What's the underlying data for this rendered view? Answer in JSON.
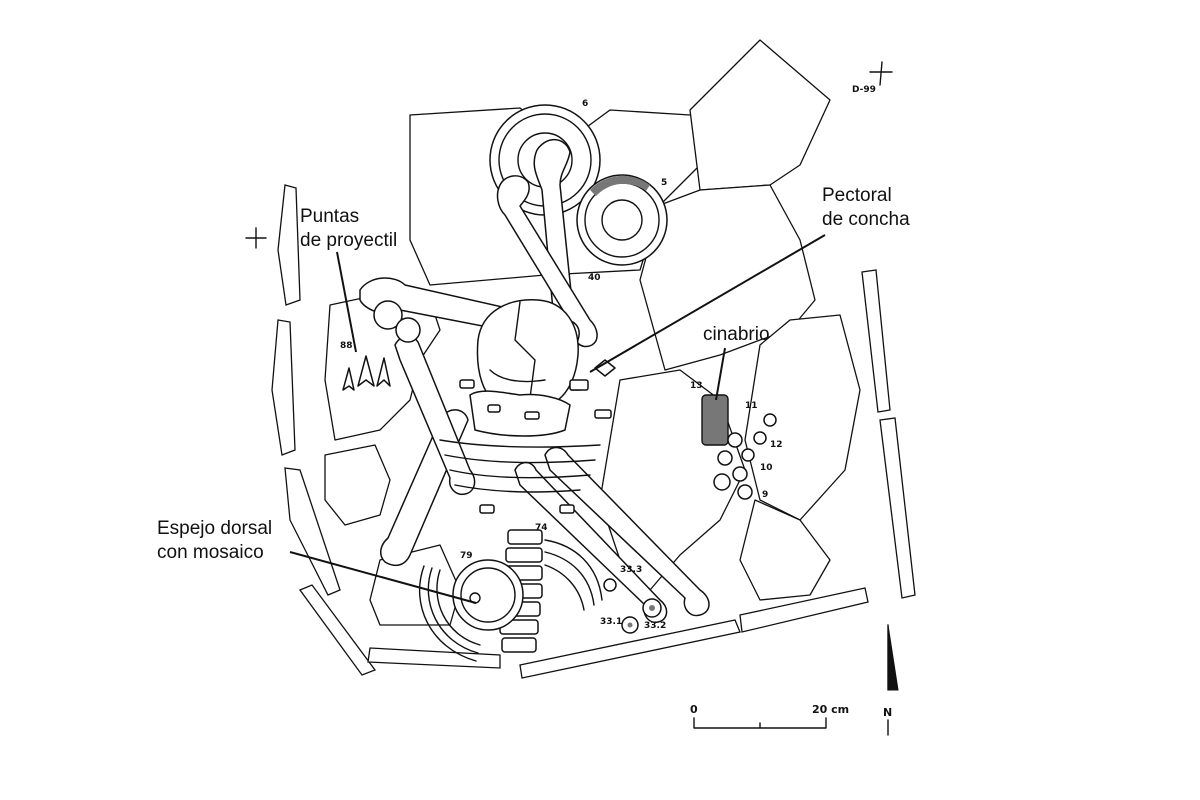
{
  "labels": {
    "puntas_line1": "Puntas",
    "puntas_line2": "de proyectil",
    "pectoral_line1": "Pectoral",
    "pectoral_line2": "de concha",
    "cinabrio": "cinabrio",
    "espejo_line1": "Espejo dorsal",
    "espejo_line2": "con mosaico"
  },
  "grid_mark": "D-99",
  "item_numbers": [
    "6",
    "5",
    "40",
    "88",
    "13",
    "11",
    "12",
    "10",
    "9",
    "74",
    "79",
    "33.3",
    "33.1",
    "33.2"
  ],
  "scale": {
    "start": "0",
    "end": "20 cm"
  },
  "north": "N",
  "icons": [
    "north-arrow-icon",
    "registration-cross-icon"
  ]
}
